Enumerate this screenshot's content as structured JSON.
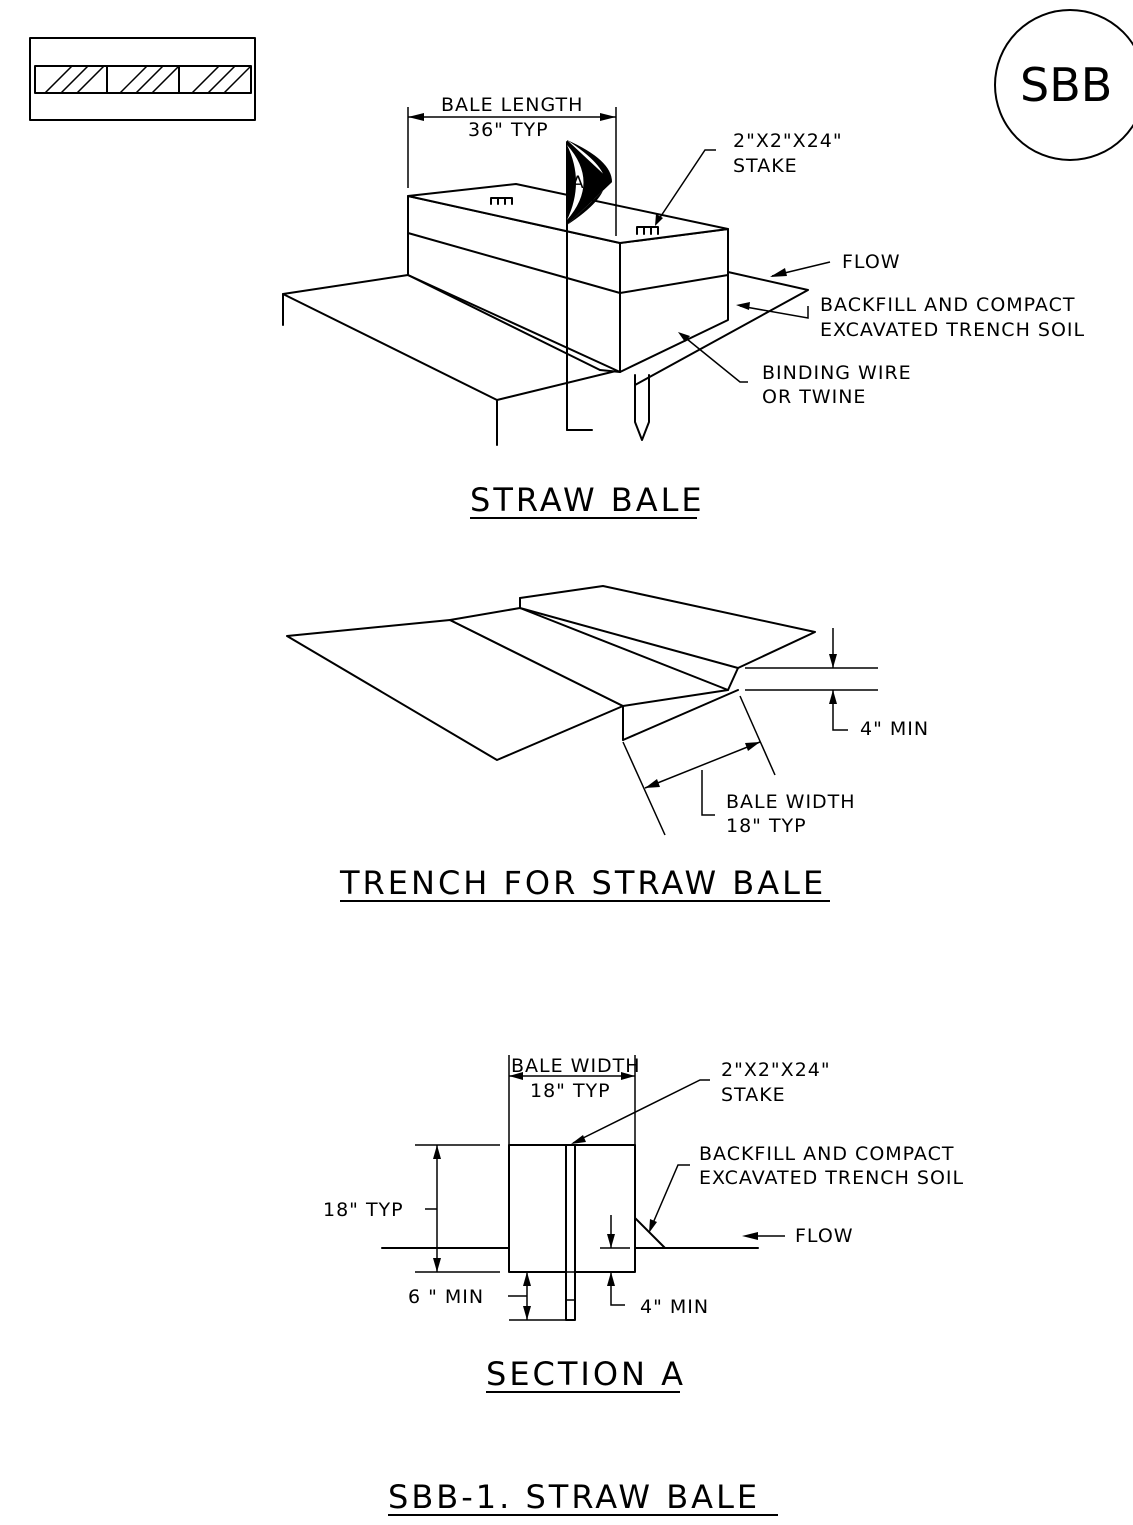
{
  "badge": {
    "text": "SBB"
  },
  "straw_bale_view": {
    "bale_length_label": "BALE LENGTH",
    "bale_length_value": "36\" TYP",
    "section_marker": "A",
    "stake_label_line1": "2\"X2\"X24\"",
    "stake_label_line2": "STAKE",
    "flow_label": "FLOW",
    "backfill_line1": "BACKFILL AND COMPACT",
    "backfill_line2": "EXCAVATED TRENCH SOIL",
    "binding_line1": "BINDING WIRE",
    "binding_line2": "OR TWINE",
    "title": "STRAW BALE"
  },
  "trench_view": {
    "depth_label": "4\" MIN",
    "width_line1": "BALE WIDTH",
    "width_line2": "18\" TYP",
    "title": "TRENCH FOR STRAW BALE"
  },
  "section_view": {
    "width_line1": "BALE WIDTH",
    "width_line2": "18\" TYP",
    "stake_line1": "2\"X2\"X24\"",
    "stake_line2": "STAKE",
    "backfill_line1": "BACKFILL AND COMPACT",
    "backfill_line2": "EXCAVATED TRENCH SOIL",
    "height_label": "18\" TYP",
    "flow_label": "FLOW",
    "stake_embed_label": "6 \" MIN",
    "trench_depth_label": "4\" MIN",
    "title": "SECTION A"
  },
  "sheet_title": "SBB-1. STRAW BALE"
}
